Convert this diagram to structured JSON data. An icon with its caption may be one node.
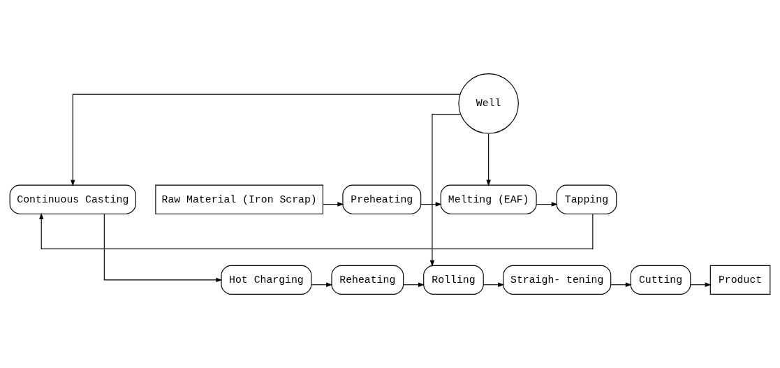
{
  "diagram": {
    "nodes": [
      {
        "text": [
          "Well"
        ]
      },
      {
        "text": [
          "Raw Material (Iron Scrap)"
        ]
      },
      {
        "text": [
          "Preheating"
        ]
      },
      {
        "text": [
          "Melting (EAF)"
        ]
      },
      {
        "text": [
          "Tapping"
        ]
      },
      {
        "text": [
          "Continuous Casting"
        ]
      },
      {
        "text": [
          "Hot Charging"
        ]
      },
      {
        "text": [
          "Reheating"
        ]
      },
      {
        "text": [
          "Rolling"
        ]
      },
      {
        "text": [
          "Straigh- tening"
        ]
      },
      {
        "text": [
          "Cutting"
        ]
      },
      {
        "text": [
          "Product"
        ]
      }
    ],
    "edges": [
      {
        "from": 0,
        "to": 3,
        "arrow": "to"
      },
      {
        "from": 0,
        "to": 5,
        "arrow": "to"
      },
      {
        "from": 0,
        "to": 8,
        "arrow": "to"
      },
      {
        "from": 1,
        "to": 2,
        "arrow": "to"
      },
      {
        "from": 2,
        "to": 3,
        "arrow": "to"
      },
      {
        "from": 3,
        "to": 4,
        "arrow": "to"
      },
      {
        "from": 4,
        "to": 5,
        "arrow": "to"
      },
      {
        "from": 5,
        "to": 6,
        "arrow": "to"
      },
      {
        "from": 6,
        "to": 7,
        "arrow": "to"
      },
      {
        "from": 7,
        "to": 8,
        "arrow": "to"
      },
      {
        "from": 8,
        "to": 9,
        "arrow": "to"
      },
      {
        "from": 9,
        "to": 10,
        "arrow": "to"
      },
      {
        "from": 10,
        "to": 11,
        "arrow": "to"
      }
    ]
  }
}
